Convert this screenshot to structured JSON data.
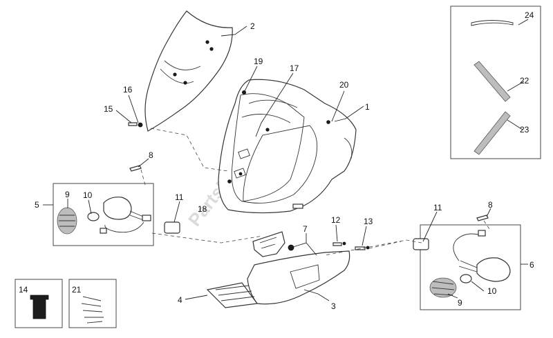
{
  "watermark": "PartsRepublik",
  "part_numbers": {
    "p1": "1",
    "p2": "2",
    "p3": "3",
    "p4": "4",
    "p5": "5",
    "p6": "6",
    "p7": "7",
    "p8_left": "8",
    "p8_right": "8",
    "p9_left": "9",
    "p9_right": "9",
    "p10_left": "10",
    "p10_right": "10",
    "p11_left": "11",
    "p11_right": "11",
    "p12": "12",
    "p13": "13",
    "p14": "14",
    "p15": "15",
    "p16": "16",
    "p17": "17",
    "p18": "18",
    "p19": "19",
    "p20": "20",
    "p21": "21",
    "p22": "22",
    "p23": "23",
    "p24": "24"
  }
}
